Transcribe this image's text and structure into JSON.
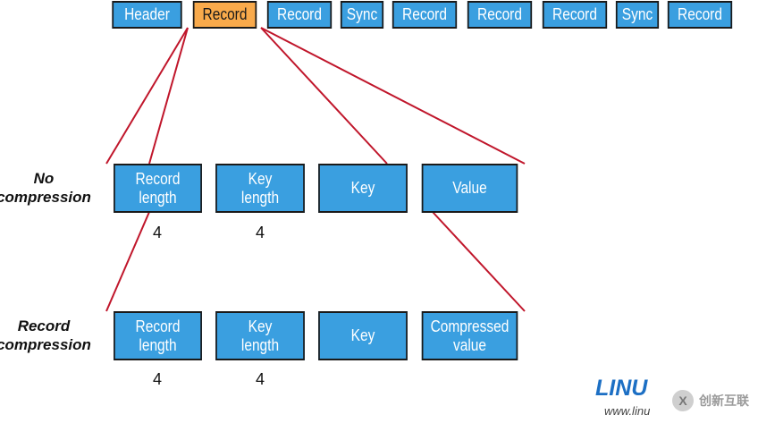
{
  "top_row": [
    "Header",
    "Record",
    "Record",
    "Sync",
    "Record",
    "Record",
    "Record",
    "Sync",
    "Record"
  ],
  "no_compression": {
    "label_line1": "No",
    "label_line2": "compression",
    "fields": [
      {
        "line1": "Record",
        "line2": "length"
      },
      {
        "line1": "Key",
        "line2": "length"
      },
      {
        "line1": "Key",
        "line2": ""
      },
      {
        "line1": "Value",
        "line2": ""
      }
    ],
    "sizes": [
      "4",
      "4"
    ]
  },
  "record_compression": {
    "label_line1": "Record",
    "label_line2": "compression",
    "fields": [
      {
        "line1": "Record",
        "line2": "length"
      },
      {
        "line1": "Key",
        "line2": "length"
      },
      {
        "line1": "Key",
        "line2": ""
      },
      {
        "line1": "Compressed",
        "line2": "value"
      }
    ],
    "sizes": [
      "4",
      "4"
    ]
  },
  "watermark": {
    "brand": "LINU",
    "url": "www.linu",
    "badge": "X",
    "cn_text": "创新互联"
  },
  "colors": {
    "cell_fill": "#3a9fe0",
    "highlight_fill": "#f9aa4b",
    "connector": "#c0162b"
  }
}
